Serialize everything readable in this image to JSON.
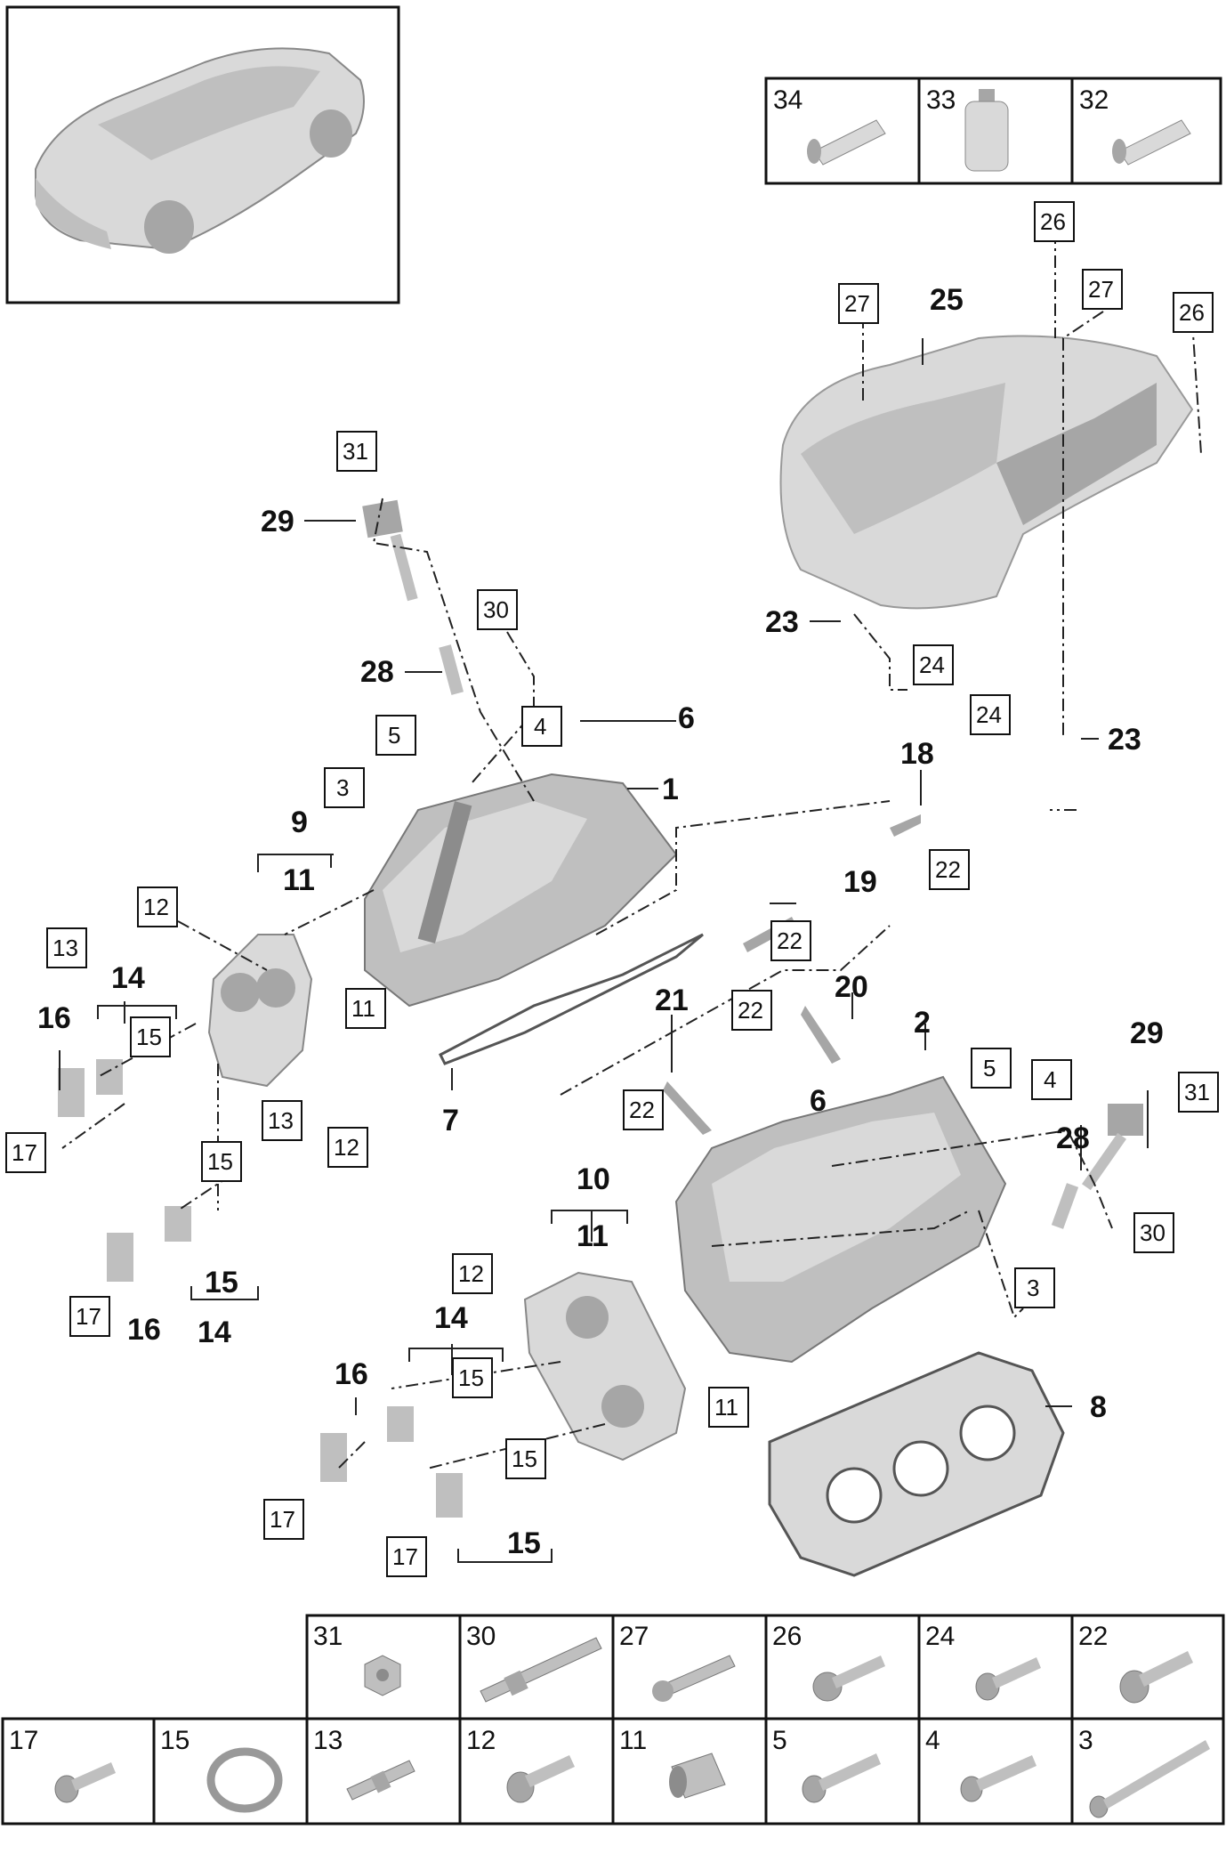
{
  "callouts": {
    "bold": [
      "1",
      "2",
      "6",
      "6",
      "7",
      "8",
      "9",
      "10",
      "11",
      "11",
      "14",
      "14",
      "14",
      "15",
      "15",
      "16",
      "16",
      "16",
      "18",
      "19",
      "20",
      "21",
      "23",
      "23",
      "25",
      "28",
      "28",
      "29",
      "29"
    ],
    "boxed": [
      "3",
      "3",
      "4",
      "4",
      "5",
      "5",
      "11",
      "11",
      "12",
      "12",
      "12",
      "13",
      "13",
      "15",
      "15",
      "15",
      "15",
      "17",
      "17",
      "17",
      "17",
      "22",
      "22",
      "22",
      "22",
      "24",
      "24",
      "26",
      "26",
      "27",
      "27",
      "30",
      "30",
      "31",
      "31"
    ]
  },
  "top_table": [
    {
      "num": "34",
      "icon": "tube-icon"
    },
    {
      "num": "33",
      "icon": "bottle-icon"
    },
    {
      "num": "32",
      "icon": "tube-icon"
    }
  ],
  "bottom_table_row1": [
    {
      "num": "31",
      "icon": "hex-nut-icon"
    },
    {
      "num": "30",
      "icon": "long-stud-icon"
    },
    {
      "num": "27",
      "icon": "stud-bolt-icon"
    },
    {
      "num": "26",
      "icon": "flange-bolt-icon"
    },
    {
      "num": "24",
      "icon": "torx-bolt-icon"
    },
    {
      "num": "22",
      "icon": "socket-bolt-icon"
    }
  ],
  "bottom_table_row2": [
    {
      "num": "17",
      "icon": "torx-bolt-icon"
    },
    {
      "num": "15",
      "icon": "seal-ring-icon"
    },
    {
      "num": "13",
      "icon": "stud-bolt-icon"
    },
    {
      "num": "12",
      "icon": "socket-bolt-icon"
    },
    {
      "num": "11",
      "icon": "dowel-sleeve-icon"
    },
    {
      "num": "5",
      "icon": "torx-bolt-icon"
    },
    {
      "num": "4",
      "icon": "torx-bolt-icon"
    },
    {
      "num": "3",
      "icon": "long-bolt-icon"
    }
  ],
  "colors": {
    "line": "#222222",
    "part_light": "#d9d9d9",
    "part_dark": "#8c8c8c"
  }
}
